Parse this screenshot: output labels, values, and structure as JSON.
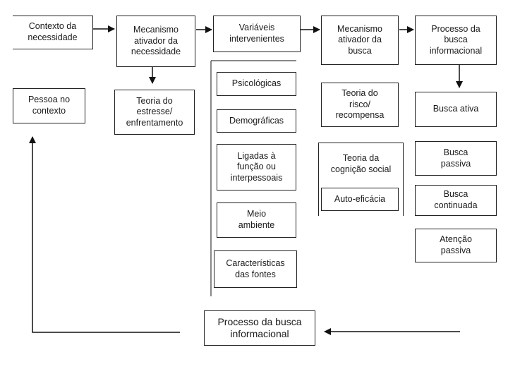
{
  "diagram": {
    "top_row": {
      "context": "Contexto da\nnecessidade",
      "activating_mechanism_need": "Mecanismo\nativador da\nnecessidade",
      "intervening_variables": "Variáveis\nintervenientes",
      "activating_mechanism_search": "Mecanismo\nativador da\nbusca",
      "information_process": "Processo da\nbusca\ninformacional"
    },
    "person_in_context": "Pessoa no\ncontexto",
    "stress_theory": "Teoria do\nestresse/\nenfrentamento",
    "variables": [
      "Psicológicas",
      "Demográficas",
      "Ligadas à\nfunção ou\ninterpessoais",
      "Meio\nambiente",
      "Características\ndas fontes"
    ],
    "risk_theory": "Teoria do\nrisco/\nrecompensa",
    "social_cognition_theory": "Teoria da\ncognição social",
    "self_efficacy": "Auto-eficácia",
    "search_types": [
      "Busca ativa",
      "Busca\npassiva",
      "Busca\ncontinuada",
      "Atenção\npassiva"
    ],
    "bottom_process": "Processo da busca\ninformacional"
  }
}
